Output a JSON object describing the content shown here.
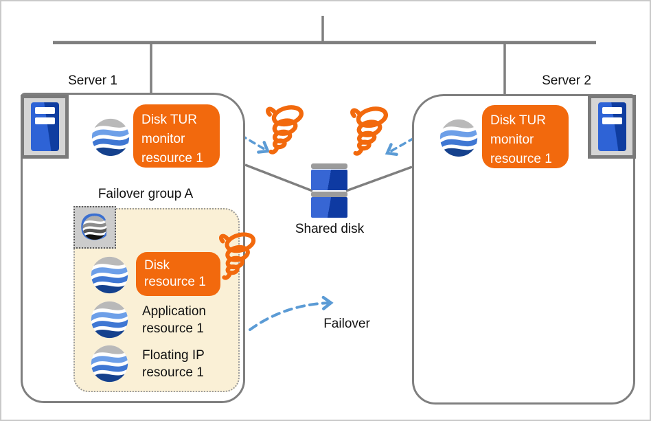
{
  "servers": [
    {
      "label": "Server 1",
      "monitor_badge": "Disk TUR monitor resource 1"
    },
    {
      "label": "Server 2",
      "monitor_badge": "Disk TUR monitor resource 1"
    }
  ],
  "failover_group": {
    "title": "Failover group A",
    "resources": [
      {
        "label": "Disk resource 1",
        "highlight": true
      },
      {
        "label": "Application resource 1",
        "highlight": false
      },
      {
        "label": "Floating IP resource 1",
        "highlight": false
      }
    ]
  },
  "shared_disk": {
    "label": "Shared disk"
  },
  "failover_arrow": {
    "label": "Failover"
  },
  "icons": [
    "server-tower-icon",
    "cluster-logo-icon",
    "group-logo-icon",
    "whirlwind-icon",
    "shared-disk-icon",
    "dashed-arrow-icon"
  ],
  "colors": {
    "accent_orange": "#f2690d",
    "line_gray": "#7f7f7f",
    "arrow_blue": "#5b9bd5",
    "group_fill": "#faf0d6",
    "logo_gray": "#b9b9b9",
    "logo_light_blue": "#6d9fe8",
    "logo_mid_blue": "#3f77d3",
    "logo_navy": "#15418d",
    "disk_blue_light": "#3766d4",
    "disk_blue_dark": "#0e3aa2"
  }
}
